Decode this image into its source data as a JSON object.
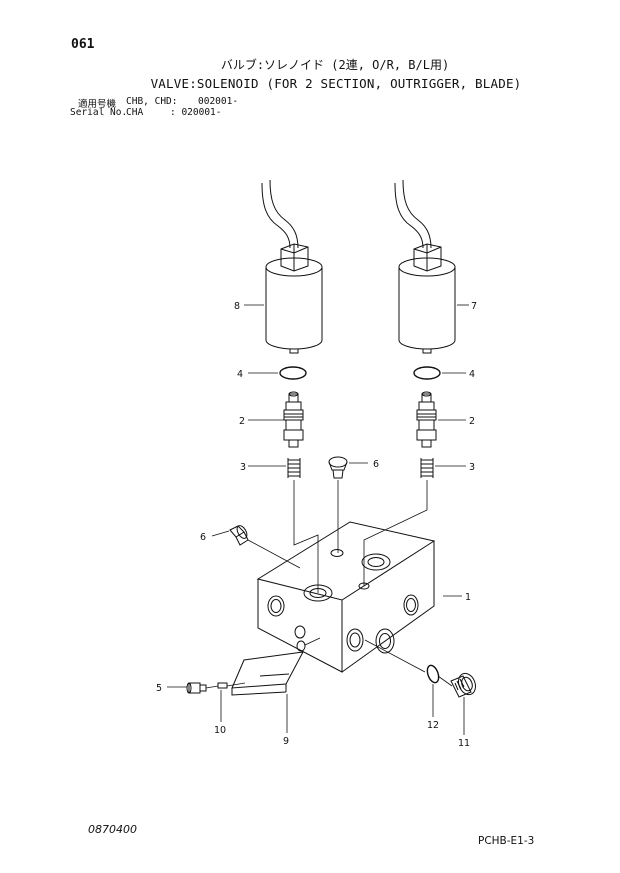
{
  "header": {
    "page_number": "061",
    "title_jp": "バルブ:ソレノイド (2連, O/R, B/L用)",
    "title_en": "VALVE:SOLENOID (FOR 2 SECTION, OUTRIGGER, BLADE)",
    "applicability": {
      "label_jp": "適用号機",
      "models": "CHB, CHD:",
      "serial_start": "002001-",
      "serial_label": "Serial No.",
      "serial_model": "CHA",
      "serial_range": ": 020001-"
    }
  },
  "diagram": {
    "callouts": [
      {
        "id": "c8",
        "text": "8"
      },
      {
        "id": "c7",
        "text": "7"
      },
      {
        "id": "c4l",
        "text": "4"
      },
      {
        "id": "c4r",
        "text": "4"
      },
      {
        "id": "c2l",
        "text": "2"
      },
      {
        "id": "c2r",
        "text": "2"
      },
      {
        "id": "c3l",
        "text": "3"
      },
      {
        "id": "c3r",
        "text": "3"
      },
      {
        "id": "c6t",
        "text": "6"
      },
      {
        "id": "c6l",
        "text": "6"
      },
      {
        "id": "c1",
        "text": "1"
      },
      {
        "id": "c5",
        "text": "5"
      },
      {
        "id": "c10",
        "text": "10"
      },
      {
        "id": "c9",
        "text": "9"
      },
      {
        "id": "c12",
        "text": "12"
      },
      {
        "id": "c11",
        "text": "11"
      }
    ]
  },
  "footer": {
    "doc_number": "0870400",
    "page_code": "PCHB-E1-3"
  }
}
